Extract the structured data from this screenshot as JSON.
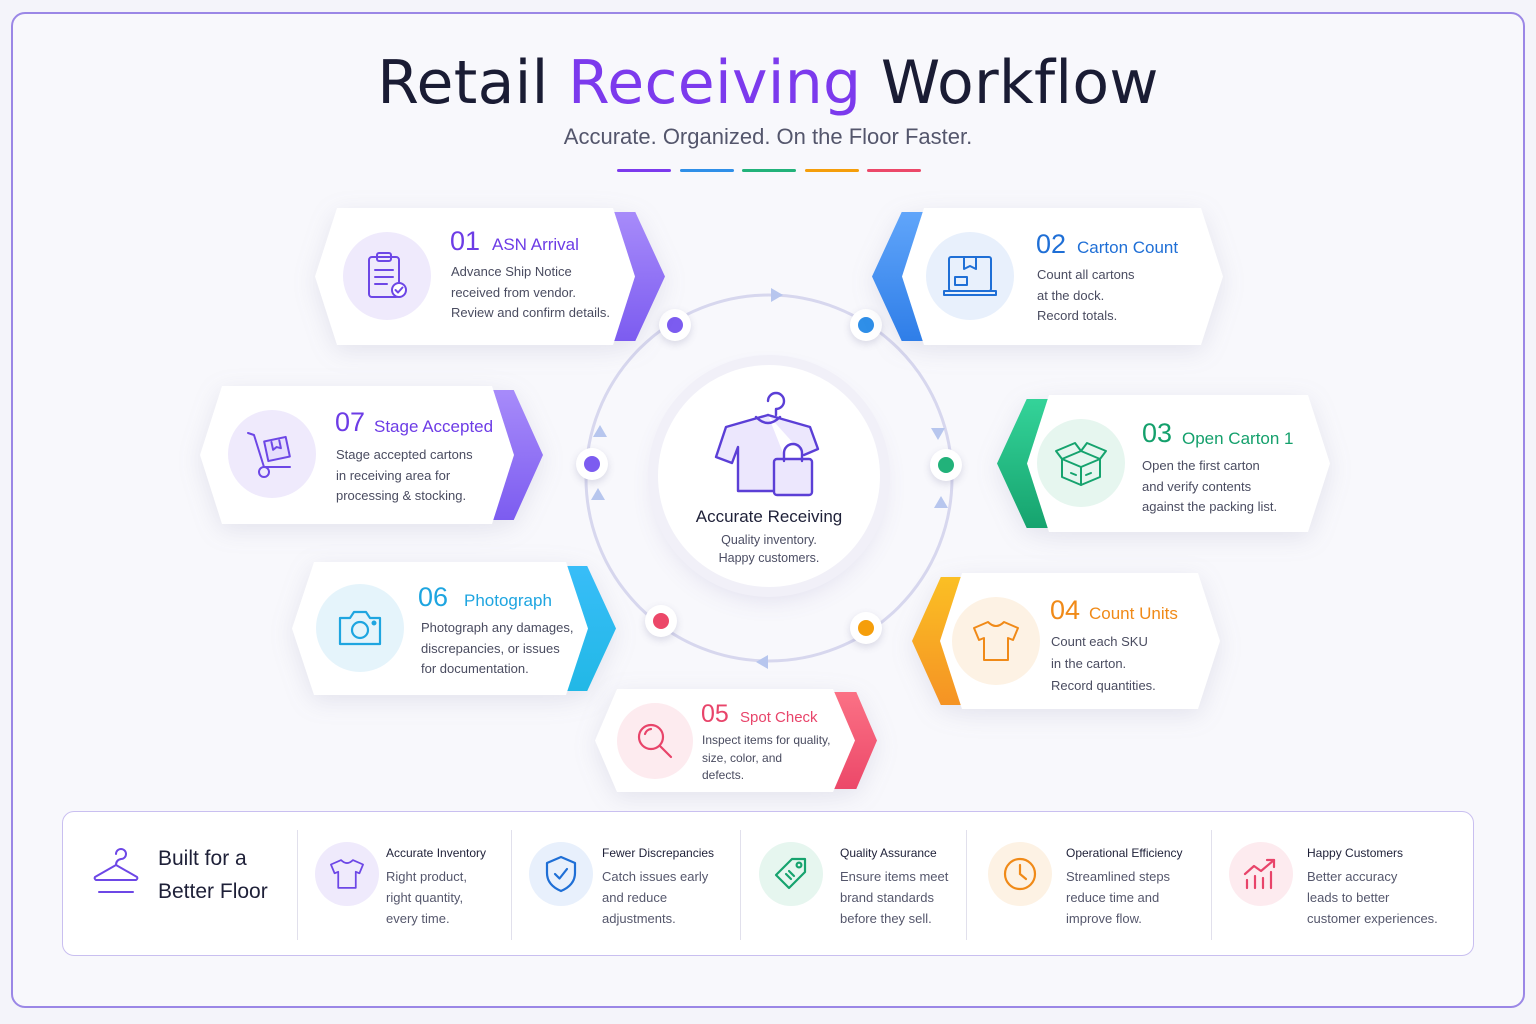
{
  "title": {
    "part1": "Retail",
    "accent": "Receiving",
    "part2": "Workflow"
  },
  "subtitle": "Accurate. Organized. On the Floor Faster.",
  "colors": {
    "purple": "#7c3aed",
    "blue": "#2563eb",
    "green": "#10b981",
    "orange": "#f59e0b",
    "pink": "#ec4869",
    "cyan": "#22b8e6",
    "violet": "#8b5cf6"
  },
  "center": {
    "icon": "shirt-shopping-bag-icon",
    "title": "Accurate Receiving",
    "line1": "Quality inventory.",
    "line2": "Happy customers."
  },
  "steps": [
    {
      "num": "01",
      "title": "ASN Arrival",
      "icon": "clipboard-check-icon",
      "lines": [
        "Advance Ship Notice",
        "received from vendor.",
        "Review and confirm details."
      ]
    },
    {
      "num": "02",
      "title": "Carton Count",
      "icon": "carton-box-icon",
      "lines": [
        "Count all cartons",
        "at the dock.",
        "Record totals."
      ]
    },
    {
      "num": "03",
      "title": "Open Carton 1",
      "icon": "open-box-icon",
      "lines": [
        "Open the first carton",
        "and verify contents",
        "against the packing list."
      ]
    },
    {
      "num": "04",
      "title": "Count Units",
      "icon": "tshirt-icon",
      "lines": [
        "Count each SKU",
        "in the carton.",
        "Record quantities."
      ]
    },
    {
      "num": "05",
      "title": "Spot Check",
      "icon": "magnifier-icon",
      "lines": [
        "Inspect items for quality,",
        "size, color, and",
        "defects."
      ]
    },
    {
      "num": "06",
      "title": "Photograph",
      "icon": "camera-icon",
      "lines": [
        "Photograph any damages,",
        "discrepancies, or issues",
        "for documentation."
      ]
    },
    {
      "num": "07",
      "title": "Stage Accepted",
      "icon": "hand-truck-icon",
      "lines": [
        "Stage accepted cartons",
        "in receiving area for",
        "processing & stocking."
      ]
    }
  ],
  "benefits_header": {
    "line1": "Built for a",
    "line2": "Better Floor",
    "icon": "hanger-icon"
  },
  "benefits": [
    {
      "title": "Accurate Inventory",
      "icon": "tshirt-icon",
      "lines": [
        "Right product,",
        "right quantity,",
        "every time."
      ]
    },
    {
      "title": "Fewer Discrepancies",
      "icon": "shield-check-icon",
      "lines": [
        "Catch issues early",
        "and reduce",
        "adjustments."
      ]
    },
    {
      "title": "Quality Assurance",
      "icon": "tag-icon",
      "lines": [
        "Ensure items meet",
        "brand standards",
        "before they sell."
      ]
    },
    {
      "title": "Operational Efficiency",
      "icon": "clock-icon",
      "lines": [
        "Streamlined steps",
        "reduce time and",
        "improve flow."
      ]
    },
    {
      "title": "Happy Customers",
      "icon": "growth-chart-icon",
      "lines": [
        "Better accuracy",
        "leads to better",
        "customer experiences."
      ]
    }
  ]
}
